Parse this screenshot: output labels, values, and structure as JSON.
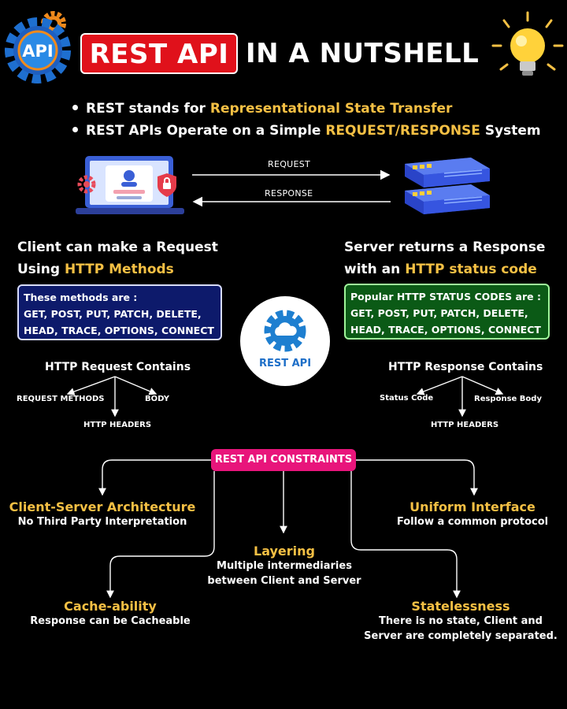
{
  "header": {
    "badge_text": "REST API",
    "title_rest": "IN A NUTSHELL",
    "logo_text": "API"
  },
  "bullets": [
    {
      "prefix": "REST stands for ",
      "highlight": "Representational State Transfer",
      "suffix": ""
    },
    {
      "prefix": "REST APIs Operate on a Simple ",
      "highlight": "REQUEST/RESPONSE",
      "suffix": " System"
    }
  ],
  "flow": {
    "request_label": "REQUEST",
    "response_label": "RESPONSE"
  },
  "client": {
    "head_line1": "Client can make a Request",
    "head_line2_prefix": "Using ",
    "head_line2_highlight": "HTTP Methods",
    "box_line1": "These methods are :",
    "box_line2": "GET, POST, PUT, PATCH, DELETE,",
    "box_line3": "HEAD, TRACE, OPTIONS, CONNECT"
  },
  "server": {
    "head_line1": "Server returns a Response",
    "head_line2_prefix": "with an ",
    "head_line2_highlight": "HTTP status code",
    "box_line1": "Popular HTTP STATUS CODES are :",
    "box_line2": "GET, POST, PUT, PATCH, DELETE,",
    "box_line3": "HEAD, TRACE, OPTIONS, CONNECT"
  },
  "center": {
    "label": "REST API"
  },
  "request_contains": {
    "title": "HTTP Request Contains",
    "left": "REQUEST METHODS",
    "right": "BODY",
    "bottom": "HTTP HEADERS"
  },
  "response_contains": {
    "title": "HTTP Response Contains",
    "left": "Status Code",
    "right": "Response Body",
    "bottom": "HTTP HEADERS"
  },
  "constraints": {
    "pill": "REST API CONSTRAINTS",
    "items": [
      {
        "title": "Client-Server Architecture",
        "desc1": "No Third Party Interpretation",
        "desc2": ""
      },
      {
        "title": "Uniform Interface",
        "desc1": "Follow a common protocol",
        "desc2": ""
      },
      {
        "title": "Layering",
        "desc1": "Multiple intermediaries",
        "desc2": "between Client and Server"
      },
      {
        "title": "Cache-ability",
        "desc1": "Response can be Cacheable",
        "desc2": ""
      },
      {
        "title": "Statelessness",
        "desc1": "There is no state, Client and",
        "desc2": "Server are completely separated."
      }
    ]
  },
  "colors": {
    "background": "#000000",
    "badge_red": "#e0111b",
    "highlight_gold": "#f5c044",
    "box_blue": "#0d1a6b",
    "box_green": "#0b5a16",
    "pill_pink": "#e8157b",
    "gear_blue": "#1e7fd0"
  },
  "icons": [
    "api-gear-logo-icon",
    "lightbulb-icon",
    "laptop-login-icon",
    "server-stack-icon",
    "cloud-gear-icon"
  ]
}
